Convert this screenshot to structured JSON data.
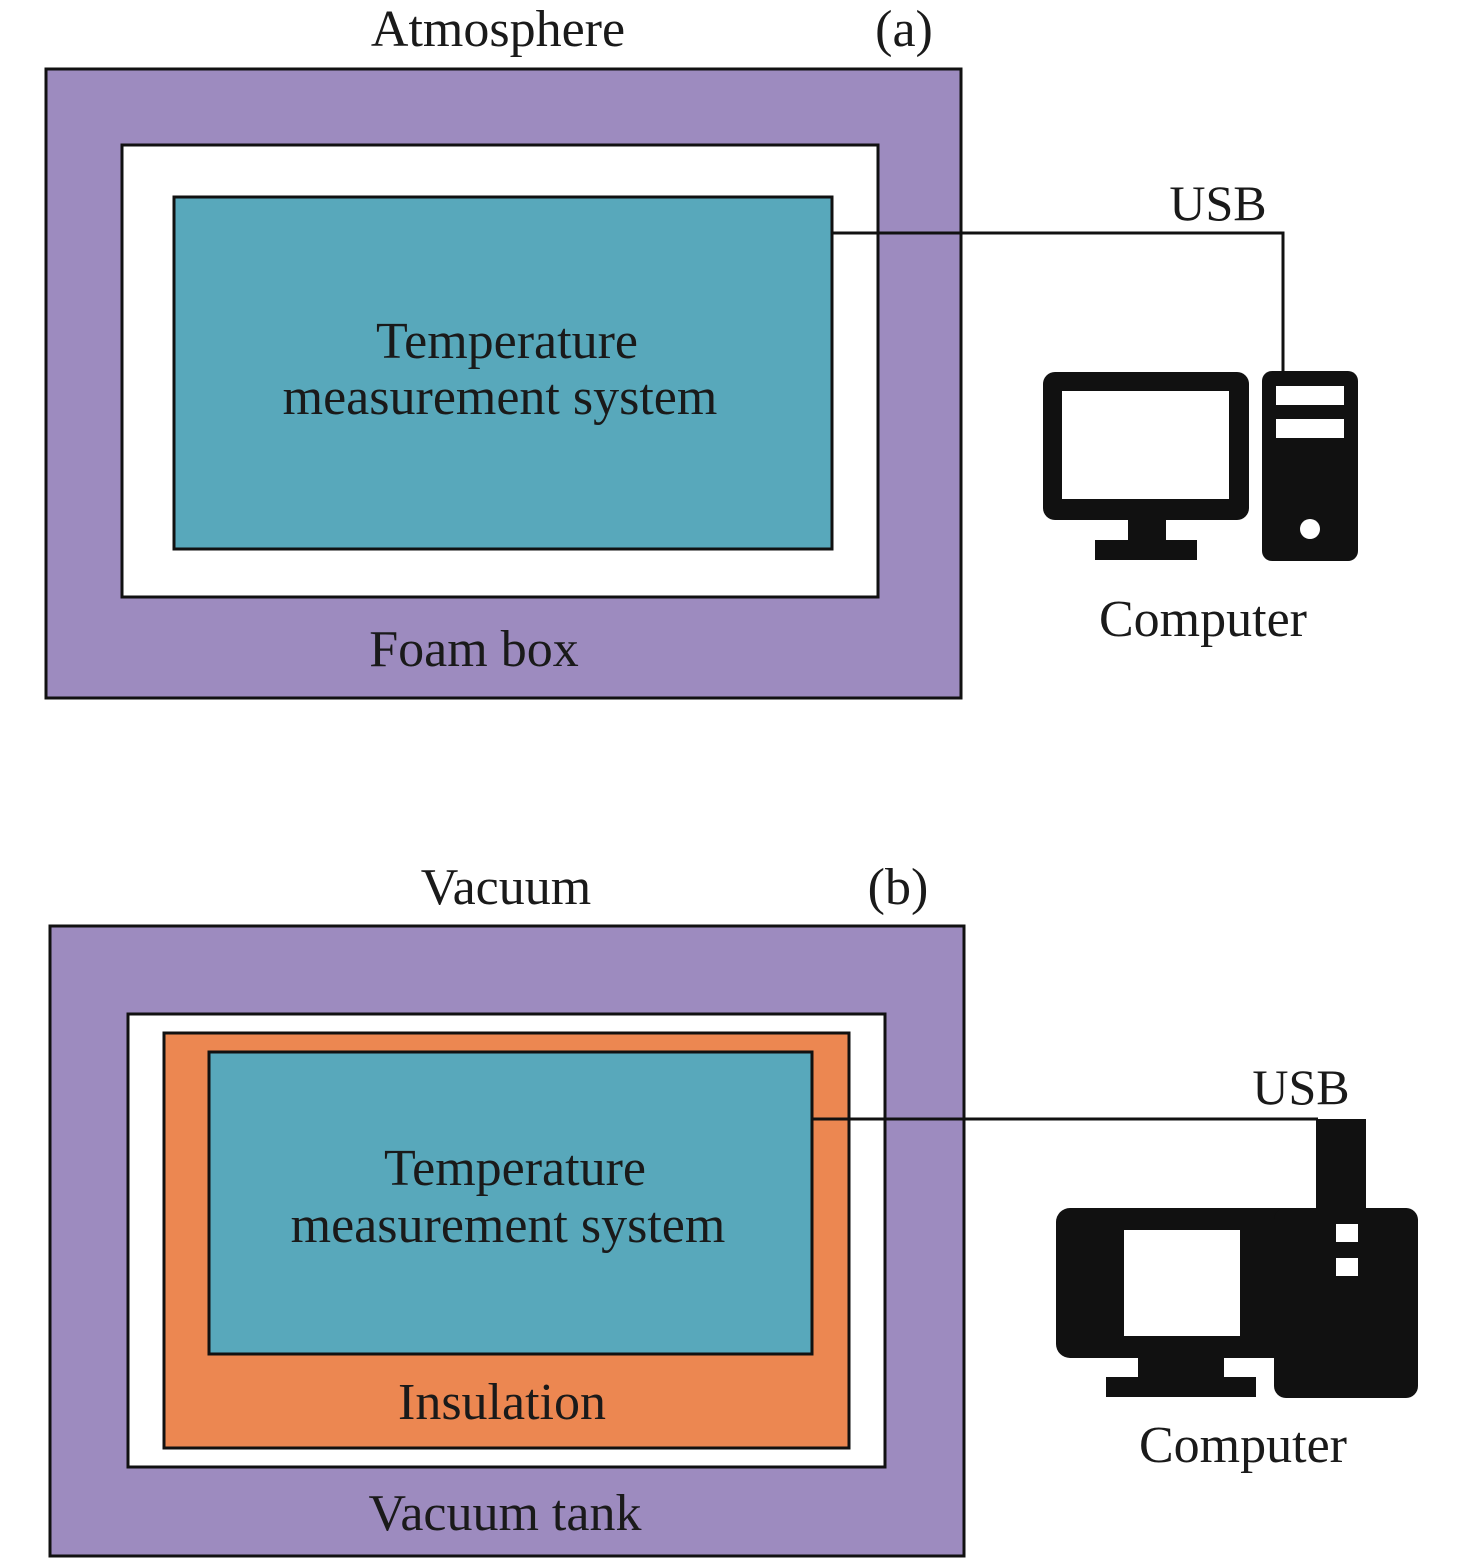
{
  "colors": {
    "outer_box": "#9d8bbf",
    "insulation": "#ec8751",
    "measurement": "#58a8bb",
    "computer": "#111111",
    "line": "#111111",
    "background": "#ffffff"
  },
  "panel_a": {
    "panel_label": "(a)",
    "environment_label": "Atmosphere",
    "enclosure_label": "Foam box",
    "system_label_line1": "Temperature",
    "system_label_line2": "measurement system",
    "connection_label": "USB",
    "computer_label": "Computer",
    "computer_icon": "desktop-computer-icon"
  },
  "panel_b": {
    "panel_label": "(b)",
    "environment_label": "Vacuum",
    "enclosure_label": "Vacuum tank",
    "insulation_label": "Insulation",
    "system_label_line1": "Temperature",
    "system_label_line2": "measurement system",
    "connection_label": "USB",
    "computer_label": "Computer",
    "computer_icon": "desktop-computer-icon"
  }
}
